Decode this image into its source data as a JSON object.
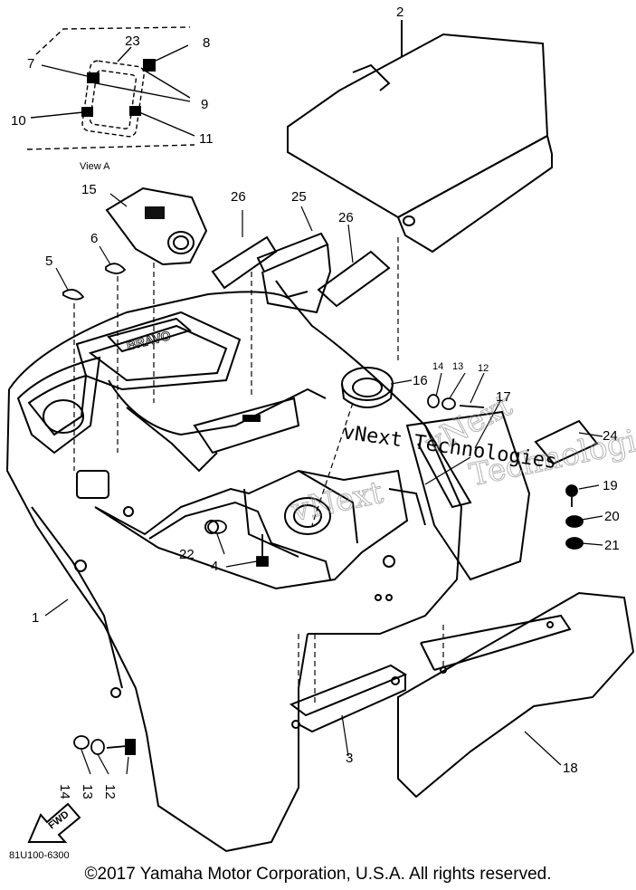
{
  "callouts": {
    "c1": "1",
    "c2": "2",
    "c3": "3",
    "c4": "4",
    "c5": "5",
    "c6": "6",
    "c7": "7",
    "c8": "8",
    "c9": "9",
    "c10": "10",
    "c11": "11",
    "c12a": "12",
    "c12b": "12",
    "c13a": "13",
    "c13b": "13",
    "c14a": "14",
    "c14b": "14",
    "c15": "15",
    "c16": "16",
    "c17": "17",
    "c18": "18",
    "c19": "19",
    "c20": "20",
    "c21": "21",
    "c22": "22",
    "c23": "23",
    "c24": "24",
    "c25": "25",
    "c26a": "26",
    "c26b": "26"
  },
  "inset_label": "View A",
  "emblem_text": "BRAVO",
  "fwd_text": "FWD",
  "drawing_code": "81U100-6300",
  "copyright": "©2017 Yamaha Motor Corporation, U.S.A. All rights reserved.",
  "watermark": {
    "line1": "vNext Technologies",
    "line2": "vNext",
    "line3": "Technologies"
  }
}
